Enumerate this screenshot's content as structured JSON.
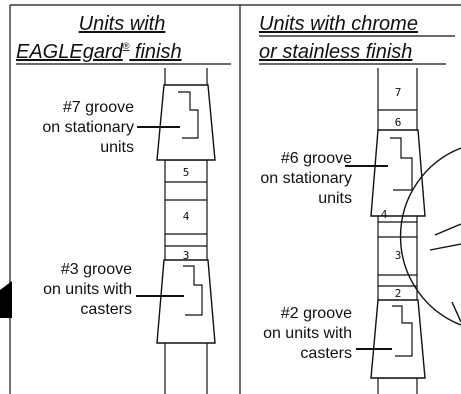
{
  "left_panel": {
    "heading_line1": "Units with",
    "heading_line2_main": "EAGLEgard",
    "heading_line2_mark": "®",
    "heading_line2_tail": " finish",
    "callout_top": [
      "#7 groove",
      "on stationary",
      "units"
    ],
    "callout_bottom": [
      "#3 groove",
      "on units with",
      "casters"
    ],
    "post_numbers": [
      "5",
      "4",
      "3"
    ]
  },
  "right_panel": {
    "heading_line1": "Units with chrome",
    "heading_line2": "or stainless finish",
    "callout_top": [
      "#6 groove",
      "on stationary",
      "units"
    ],
    "callout_bottom": [
      "#2 groove",
      "on units with",
      "casters"
    ],
    "post_numbers": [
      "7",
      "6",
      "4",
      "3",
      "2"
    ]
  },
  "colors": {
    "ink": "#111111",
    "background": "#ffffff"
  }
}
